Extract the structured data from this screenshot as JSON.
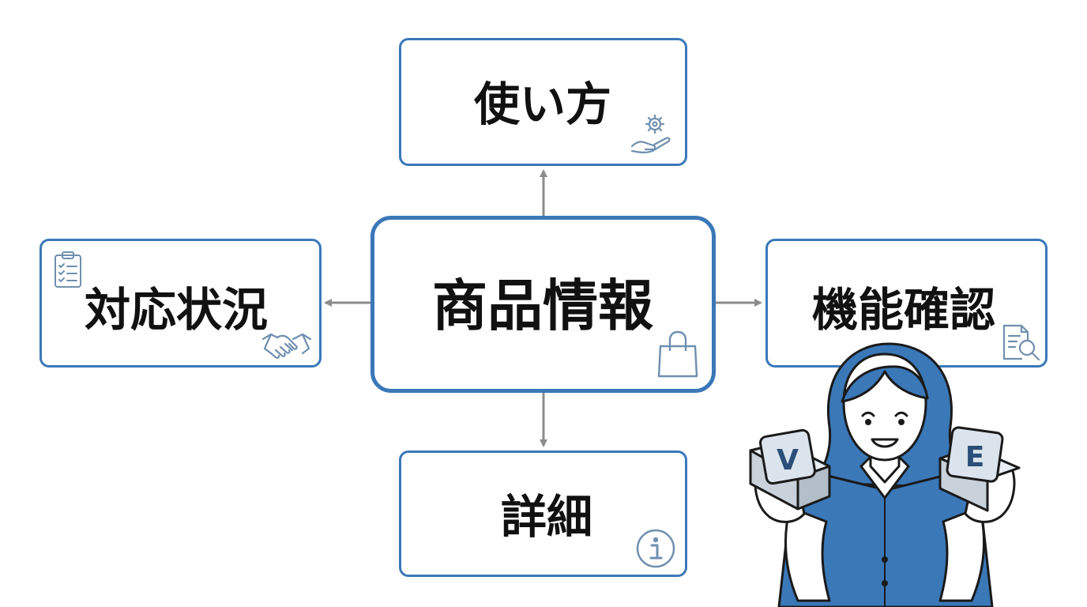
{
  "diagram": {
    "center": {
      "label": "商品情報",
      "icon": "shopping-bag-icon"
    },
    "top": {
      "label": "使い方",
      "icon": "gear-hand-icon"
    },
    "left": {
      "label": "対応状況",
      "icons": [
        "clipboard-checklist-icon",
        "handshake-icon"
      ]
    },
    "right": {
      "label": "機能確認",
      "icon": "document-search-icon"
    },
    "bottom": {
      "label": "詳細",
      "icon": "info-icon"
    }
  },
  "character": {
    "left_key": "V",
    "right_key": "E"
  },
  "colors": {
    "accent": "#3a78b8",
    "arrow": "#8c8c8c",
    "icon": "#6f8fae",
    "text": "#111111"
  }
}
